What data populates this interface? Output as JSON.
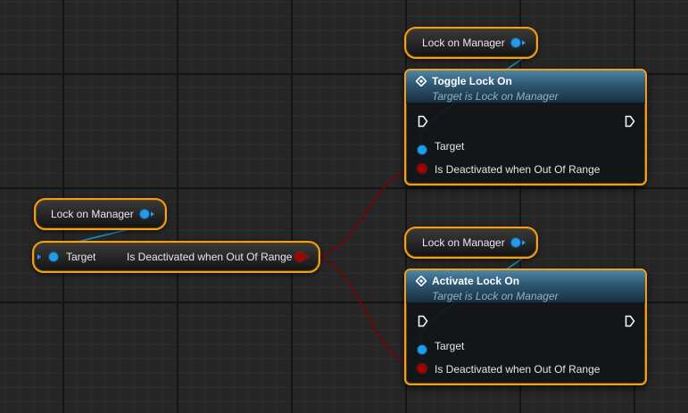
{
  "graph": {
    "var_left": {
      "label": "Lock on Manager"
    },
    "set_node": {
      "target_label": "Target",
      "output_label": "Is Deactivated when Out Of Range"
    },
    "var_top": {
      "label": "Lock on Manager"
    },
    "toggle_node": {
      "title": "Toggle Lock On",
      "subtitle": "Target is Lock on Manager",
      "target_label": "Target",
      "bool_label": "Is Deactivated when Out Of Range"
    },
    "var_bottom": {
      "label": "Lock on Manager"
    },
    "activate_node": {
      "title": "Activate Lock On",
      "subtitle": "Target is Lock on Manager",
      "target_label": "Target",
      "bool_label": "Is Deactivated when Out Of Range"
    }
  },
  "colors": {
    "node_border": "#f0a11a",
    "object_pin": "#1e9cf0",
    "bool_pin": "#a30000",
    "object_wire": "#1a8fd6",
    "bool_wire": "#7a0000",
    "header_blue": "#2d5670"
  },
  "icons": {
    "function": "function-diamond-icon",
    "exec": "exec-arrow-icon"
  }
}
